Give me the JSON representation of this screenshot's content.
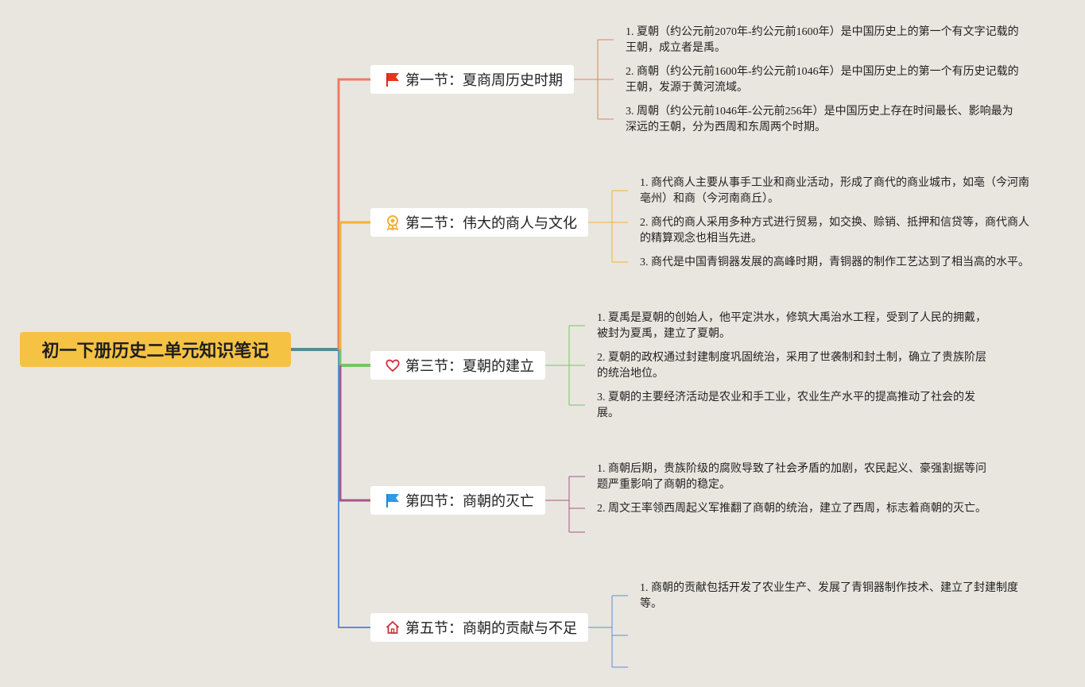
{
  "colors": {
    "background": "#e9e6df",
    "root_fill": "#f6c244",
    "branch_1": "#f07a63",
    "branch_2": "#f2b03a",
    "branch_3": "#7cc16a",
    "branch_4": "#a4568a",
    "branch_5": "#5b8ed6",
    "trunk": "#5a8898"
  },
  "root": {
    "title": "初一下册历史二单元知识笔记"
  },
  "sections": [
    {
      "icon": "red-flag-icon",
      "title": "第一节：夏商周历史时期",
      "items": [
        "1. 夏朝（约公元前2070年-约公元前1600年）是中国历史上的第一个有文字记载的王朝，成立者是禹。",
        "2. 商朝（约公元前1600年-约公元前1046年）是中国历史上的第一个有历史记载的王朝，发源于黄河流域。",
        "3. 周朝（约公元前1046年-公元前256年）是中国历史上存在时间最长、影响最为深远的王朝，分为西周和东周两个时期。"
      ]
    },
    {
      "icon": "award-ribbon-icon",
      "title": "第二节：伟大的商人与文化",
      "items": [
        "1. 商代商人主要从事手工业和商业活动，形成了商代的商业城市，如亳（今河南亳州）和商（今河南商丘）。",
        "2. 商代的商人采用多种方式进行贸易，如交换、赊销、抵押和信贷等，商代商人的精算观念也相当先进。",
        "3. 商代是中国青铜器发展的高峰时期，青铜器的制作工艺达到了相当高的水平。"
      ]
    },
    {
      "icon": "heart-icon",
      "title": "第三节：夏朝的建立",
      "items": [
        "1. 夏禹是夏朝的创始人，他平定洪水，修筑大禹治水工程，受到了人民的拥戴，被封为夏禹，建立了夏朝。",
        "2. 夏朝的政权通过封建制度巩固统治，采用了世袭制和封土制，确立了贵族阶层的统治地位。",
        "3. 夏朝的主要经济活动是农业和手工业，农业生产水平的提高推动了社会的发展。"
      ]
    },
    {
      "icon": "blue-flag-icon",
      "title": "第四节：商朝的灭亡",
      "items": [
        "1. 商朝后期，贵族阶级的腐败导致了社会矛盾的加剧，农民起义、豪强割据等问题严重影响了商朝的稳定。",
        "2. 周文王率领西周起义军推翻了商朝的统治，建立了西周，标志着商朝的灭亡。"
      ]
    },
    {
      "icon": "home-icon",
      "title": "第五节：商朝的贡献与不足",
      "items": [
        "1. 商朝的贡献包括开发了农业生产、发展了青铜器制作技术、建立了封建制度等。"
      ]
    }
  ]
}
